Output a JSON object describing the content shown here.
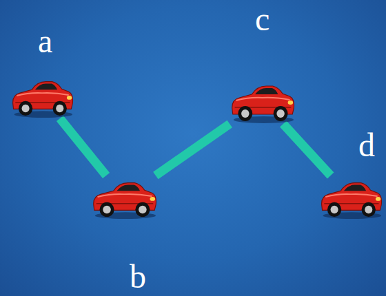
{
  "diagram": {
    "nodes": [
      {
        "text": [
          "a"
        ]
      },
      {
        "text": [
          "b"
        ]
      },
      {
        "text": [
          "c"
        ]
      },
      {
        "text": [
          "d"
        ]
      }
    ],
    "edges": [
      {
        "from": 0,
        "to": 1,
        "arrow": "none"
      },
      {
        "from": 1,
        "to": 2,
        "arrow": "none"
      },
      {
        "from": 2,
        "to": 3,
        "arrow": "none"
      }
    ]
  }
}
